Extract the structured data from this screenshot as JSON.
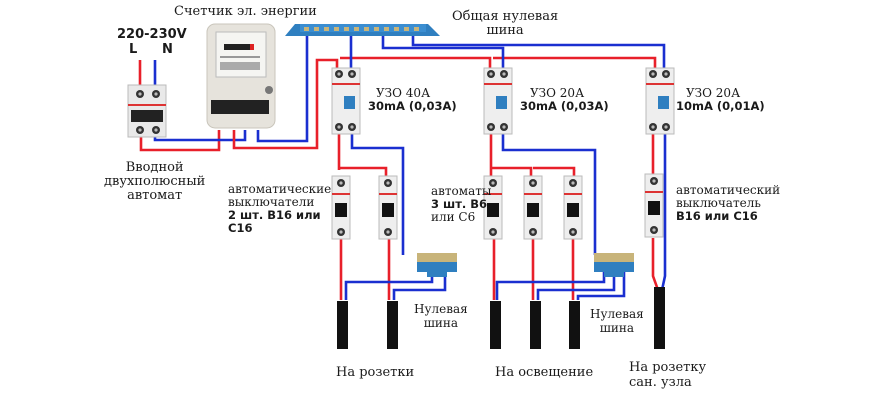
{
  "colors": {
    "phase_wire": "#e8202a",
    "neutral_wire": "#1a2fd0",
    "busbar": "#2f7fc0",
    "cable": "#111111",
    "breaker_body": "#eeeeee",
    "rcd_handle": "#2f7fc0"
  },
  "supply": {
    "voltage": "220-230V",
    "phase": "L",
    "neutral": "N"
  },
  "labels": {
    "meter": "Счетчик эл. энергии",
    "main_neutral_bus": [
      "Общая нулевая",
      "шина"
    ],
    "main_breaker": [
      "Вводной",
      "двухполюсный",
      "автомат"
    ],
    "rcd1": [
      "УЗО 40А",
      "30mA (0,03A)"
    ],
    "rcd2": [
      "УЗО 20А",
      "30mA (0,03A)"
    ],
    "rcd3": [
      "УЗО 20А",
      "10mA (0,01A)"
    ],
    "group1_breakers": [
      "автоматические",
      "выключатели",
      "2 шт. B16 или",
      "C16"
    ],
    "group2_breakers": [
      "автоматы",
      "3 шт. B6",
      "или C6"
    ],
    "group3_breaker": [
      "автоматический",
      "выключатель",
      "B16 или C16"
    ],
    "neutral_bus1": [
      "Нулевая",
      "шина"
    ],
    "neutral_bus2": [
      "Нулевая",
      "шина"
    ],
    "out1": "На розетки",
    "out2": "На освещение",
    "out3": [
      "На розетку",
      "сан. узла"
    ]
  }
}
